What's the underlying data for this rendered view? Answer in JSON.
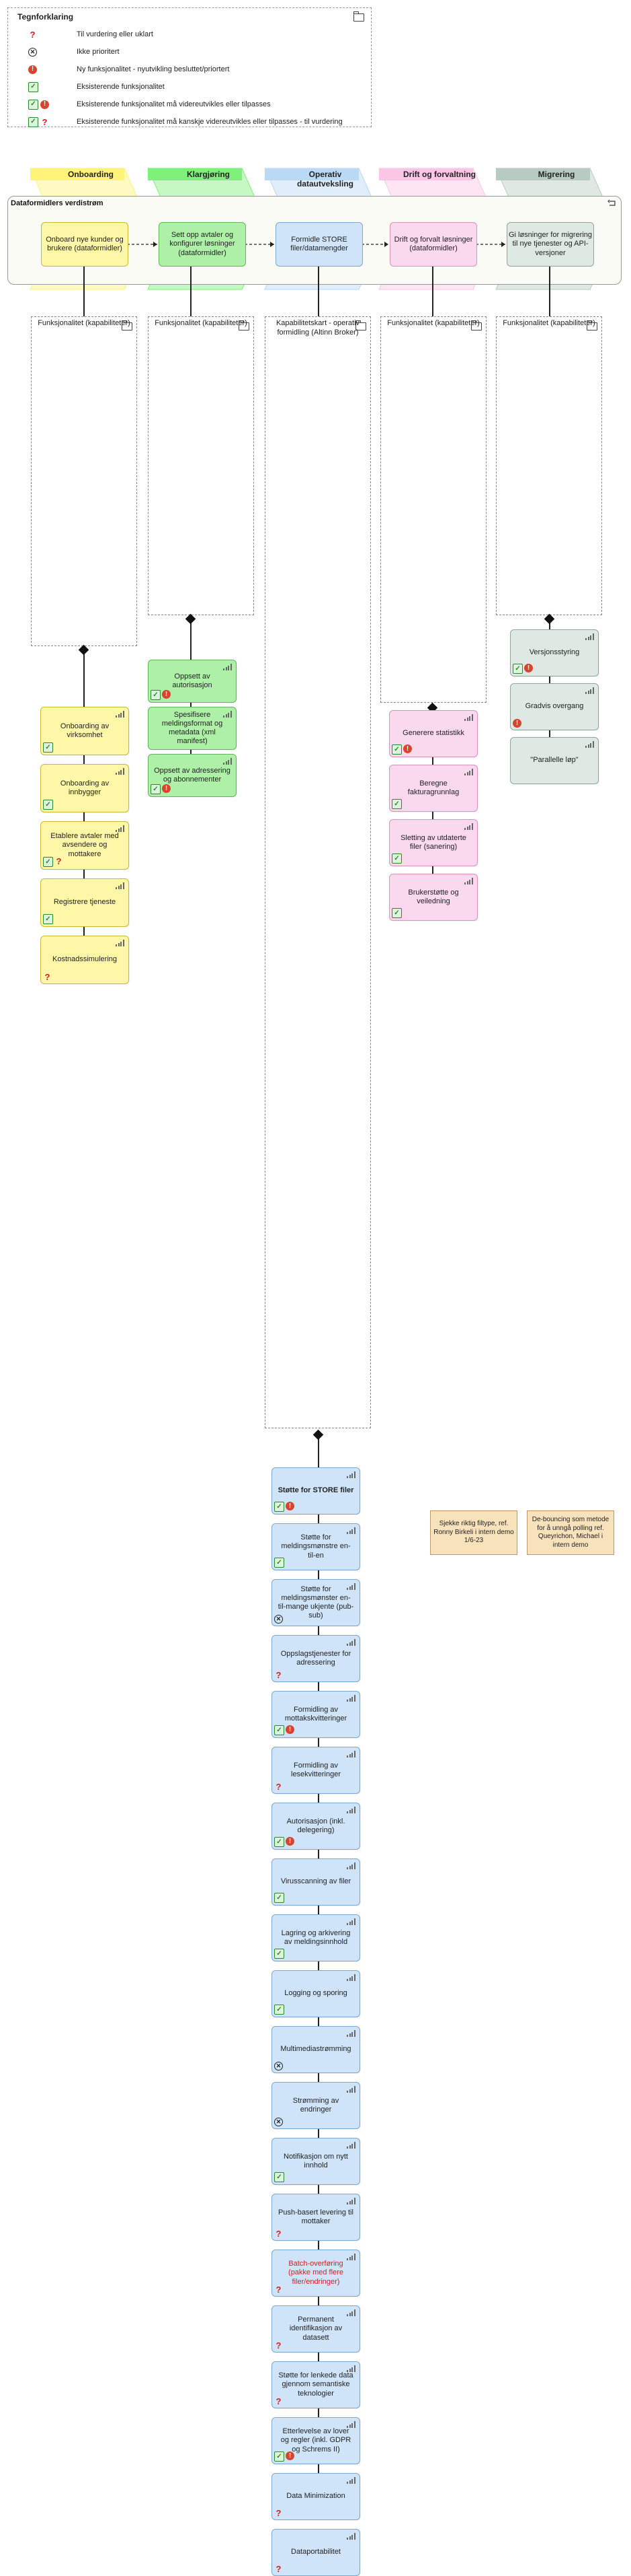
{
  "legend": {
    "title": "Tegnforklaring",
    "items": [
      {
        "icons": [
          "q"
        ],
        "text": "Til vurdering eller uklart"
      },
      {
        "icons": [
          "x"
        ],
        "text": "Ikke prioritert"
      },
      {
        "icons": [
          "excl"
        ],
        "text": "Ny funksjonalitet - nyutvikling besluttet/priortert"
      },
      {
        "icons": [
          "check"
        ],
        "text": "Eksisterende funksjonalitet"
      },
      {
        "icons": [
          "check",
          "excl"
        ],
        "text": "Eksisterende funksjonalitet må videreutvikles eller tilpasses"
      },
      {
        "icons": [
          "check",
          "q"
        ],
        "text": "Eksisterende funksjonalitet må kanskje videreutvikles eller tilpasses - til vurdering"
      }
    ]
  },
  "phases": [
    {
      "label": "Onboarding",
      "color": "#fff37a"
    },
    {
      "label": "Klargjøring",
      "color": "#7ff07a"
    },
    {
      "label": "Operativ datautveksling",
      "color": "#b9d9f5"
    },
    {
      "label": "Drift og forvaltning",
      "color": "#fbc6e6"
    },
    {
      "label": "Migrering",
      "color": "#b8cbc2"
    }
  ],
  "value_stream": {
    "title": "Dataformidlers verdistrøm",
    "activities": [
      "Onboard nye kunder og brukere (dataformidler)",
      "Sett opp avtaler og konfigurer løsninger (dataformidler)",
      "Formidle STORE filer/datamengder",
      "Drift og forvalt løsninger (dataformidler)",
      "Gi løsninger for migrering til nye tjenester og API-versjoner"
    ]
  },
  "groups": [
    "Funksjonalitet (kapabiliteter)",
    "Funksjonalitet (kapabiliteter)",
    "Kapabilitetskart - operativ formidling (Altinn Broker)",
    "Funksjonalitet (kapabiliteter)",
    "Funksjonalitet (kapabiliteter)"
  ],
  "onboarding_cards": [
    {
      "label": "Onboarding av virksomhet",
      "badges": [
        "check"
      ]
    },
    {
      "label": "Onboarding av innbygger",
      "badges": [
        "check"
      ]
    },
    {
      "label": "Etablere avtaler med avsendere og mottakere",
      "badges": [
        "check",
        "q"
      ]
    },
    {
      "label": "Registrere tjeneste",
      "badges": [
        "check"
      ]
    },
    {
      "label": "Kostnadssimulering",
      "badges": [
        "q"
      ]
    }
  ],
  "klargjoring_cards": [
    {
      "label": "Oppsett av autorisasjon",
      "badges": [
        "check",
        "excl"
      ]
    },
    {
      "label": "Spesifisere meldingsformat og metadata (xml manifest)",
      "badges": []
    },
    {
      "label": "Oppsett av adressering og abonnementer",
      "badges": [
        "check",
        "excl"
      ]
    }
  ],
  "drift_cards": [
    {
      "label": "Generere statistikk",
      "badges": [
        "check",
        "excl"
      ]
    },
    {
      "label": "Beregne fakturagrunnlag",
      "badges": [
        "check"
      ]
    },
    {
      "label": "Sletting av utdaterte filer (sanering)",
      "badges": [
        "check"
      ]
    },
    {
      "label": "Brukerstøtte og veiledning",
      "badges": [
        "check"
      ]
    }
  ],
  "migrering_cards": [
    {
      "label": "Versjonsstyring",
      "badges": [
        "check",
        "excl"
      ]
    },
    {
      "label": "Gradvis overgang",
      "badges": [
        "excl"
      ]
    },
    {
      "label": "\"Parallelle løp\"",
      "badges": []
    }
  ],
  "operativ_cards": [
    {
      "label": "Støtte for STORE filer",
      "badges": [
        "check",
        "excl"
      ],
      "bold": true
    },
    {
      "label": "Støtte for meldingsmønstre en-til-en",
      "badges": [
        "check"
      ]
    },
    {
      "label": "Støtte for meldingsmønster en-til-mange ukjente (pub-sub)",
      "badges": [
        "x"
      ]
    },
    {
      "label": "Oppslagstjenester for adressering",
      "badges": [
        "q"
      ]
    },
    {
      "label": "Formidling av mottakskvitteringer",
      "badges": [
        "check",
        "excl"
      ]
    },
    {
      "label": "Formidling av lesekvitteringer",
      "badges": [
        "q"
      ]
    },
    {
      "label": "Autorisasjon (inkl. delegering)",
      "badges": [
        "check",
        "excl"
      ]
    },
    {
      "label": "Virusscanning av filer",
      "badges": [
        "check"
      ]
    },
    {
      "label": "Lagring og arkivering av meldingsinnhold",
      "badges": [
        "check"
      ]
    },
    {
      "label": "Logging og sporing",
      "badges": [
        "check"
      ]
    },
    {
      "label": "Multimediastrømming",
      "badges": [
        "x"
      ]
    },
    {
      "label": "Strømming av endringer",
      "badges": [
        "x"
      ]
    },
    {
      "label": "Notifikasjon om nytt innhold",
      "badges": [
        "check"
      ]
    },
    {
      "label": "Push-basert levering til mottaker",
      "badges": [
        "q"
      ]
    },
    {
      "label": "Batch-overføring (pakke med flere filer/endringer)",
      "badges": [
        "q"
      ],
      "red": true
    },
    {
      "label": "Permanent identifikasjon av datasett",
      "badges": [
        "q"
      ]
    },
    {
      "label": "Støtte for lenkede data gjennom semantiske teknologier",
      "badges": [
        "q"
      ]
    },
    {
      "label": "Etterlevelse av lover og regler (inkl. GDPR og Schrems II)",
      "badges": [
        "check",
        "excl"
      ]
    },
    {
      "label": "Data Minimization",
      "badges": [
        "q"
      ]
    },
    {
      "label": "Dataportabilitet",
      "badges": [
        "q"
      ]
    }
  ],
  "notes": [
    "Sjekke riktig filtype, ref. Ronny Birkeli i intern demo 1/6-23",
    "De-bouncing som metode for å unngå polling ref. Queyrichon, Michael i intern demo"
  ]
}
